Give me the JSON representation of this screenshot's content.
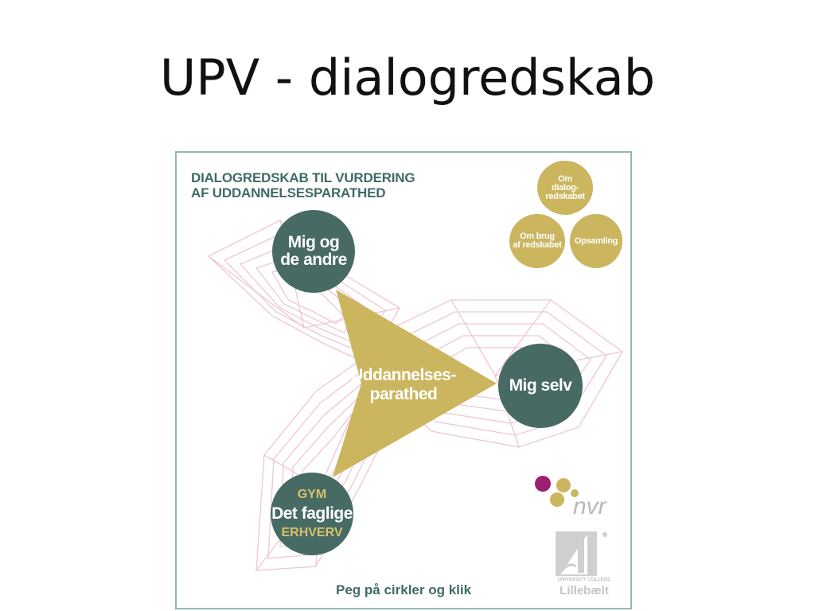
{
  "slide": {
    "title": "UPV - dialogredskab"
  },
  "tool": {
    "heading_line1": "DIALOGREDSKAB TIL VURDERING",
    "heading_line2": "AF UDDANNELSESPARATHED",
    "center_line1": "Uddannelses-",
    "center_line2": "parathed",
    "footer": "Peg på cirkler og klik",
    "circles": {
      "mig_og_de_andre": {
        "line1": "Mig og",
        "line2": "de andre"
      },
      "mig_selv": {
        "line1": "Mig selv"
      },
      "det_faglige": {
        "top": "GYM",
        "main": "Det faglige",
        "bottom": "ERHVERV"
      }
    },
    "menu": {
      "om_dialogredskabet": {
        "line1": "Om",
        "line2": "dialog-",
        "line3": "redskabet"
      },
      "om_brug": {
        "line1": "Om brug",
        "line2": "af redskabet"
      },
      "opsamling": {
        "line1": "Opsamling"
      }
    },
    "logos": {
      "nvr": "nvr",
      "ucl_small": "UNIVERSITY COLLEGE",
      "ucl_name": "Lillebælt"
    }
  },
  "colors": {
    "dark_teal": "#476a64",
    "gold": "#cbb55e",
    "frame_border": "#8fb9b4",
    "web_pink": "#efc6d4",
    "nvr_purple": "#9c1f72"
  }
}
